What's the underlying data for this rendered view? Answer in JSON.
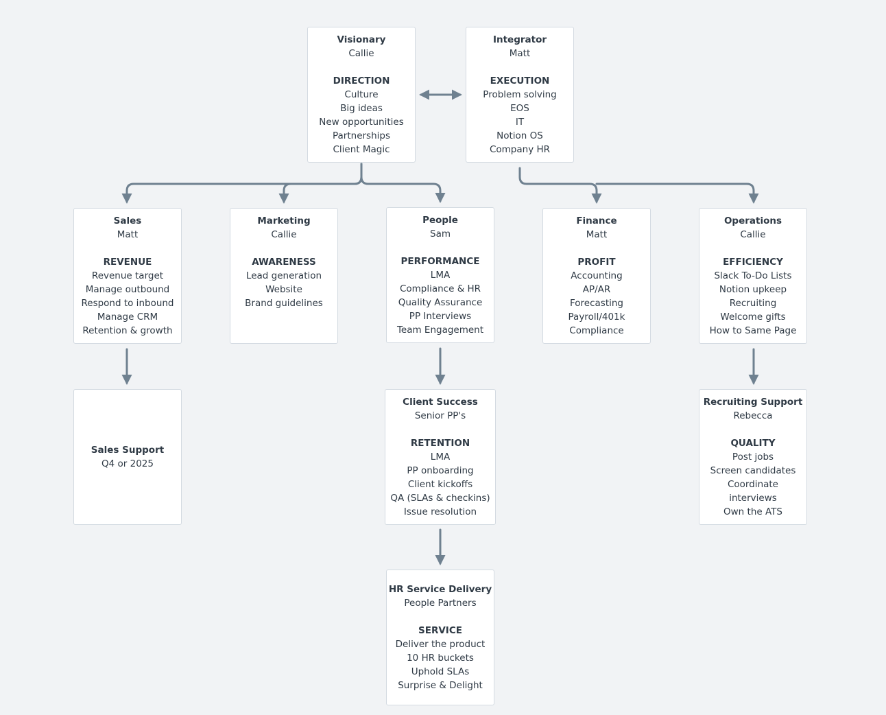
{
  "colors": {
    "background": "#f1f3f5",
    "node_bg": "#ffffff",
    "node_border": "#d3dae1",
    "connector": "#6f8190",
    "text": "#2f3a45"
  },
  "nodes": {
    "visionary": {
      "title": "Visionary",
      "person": "Callie",
      "section": "DIRECTION",
      "items": [
        "Culture",
        "Big ideas",
        "New opportunities",
        "Partnerships",
        "Client Magic"
      ]
    },
    "integrator": {
      "title": "Integrator",
      "person": "Matt",
      "section": "EXECUTION",
      "items": [
        "Problem solving",
        "EOS",
        "IT",
        "Notion OS",
        "Company HR"
      ]
    },
    "sales": {
      "title": "Sales",
      "person": "Matt",
      "section": "REVENUE",
      "items": [
        "Revenue target",
        "Manage outbound",
        "Respond to inbound",
        "Manage CRM",
        "Retention & growth"
      ]
    },
    "marketing": {
      "title": "Marketing",
      "person": "Callie",
      "section": "AWARENESS",
      "items": [
        "Lead generation",
        "Website",
        "Brand guidelines"
      ]
    },
    "people": {
      "title": "People",
      "person": "Sam",
      "section": "PERFORMANCE",
      "items": [
        "LMA",
        "Compliance & HR",
        "Quality Assurance",
        "PP Interviews",
        "Team Engagement"
      ]
    },
    "finance": {
      "title": "Finance",
      "person": "Matt",
      "section": "PROFIT",
      "items": [
        "Accounting",
        "AP/AR",
        "Forecasting",
        "Payroll/401k",
        "Compliance"
      ]
    },
    "operations": {
      "title": "Operations",
      "person": "Callie",
      "section": "EFFICIENCY",
      "items": [
        "Slack To-Do Lists",
        "Notion upkeep",
        "Recruiting",
        "Welcome gifts",
        "How to Same Page"
      ]
    },
    "sales_support": {
      "title": "Sales Support",
      "person": "Q4 or 2025"
    },
    "client_success": {
      "title": "Client Success",
      "person": "Senior PP's",
      "section": "RETENTION",
      "items": [
        "LMA",
        "PP onboarding",
        "Client kickoffs",
        "QA (SLAs & checkins)",
        "Issue resolution"
      ]
    },
    "recruiting_support": {
      "title": "Recruiting Support",
      "person": "Rebecca",
      "section": "QUALITY",
      "items": [
        "Post jobs",
        "Screen candidates",
        "Coordinate",
        "interviews",
        "Own the ATS"
      ]
    },
    "hr_service_delivery": {
      "title": "HR Service Delivery",
      "person": "People Partners",
      "section": "SERVICE",
      "items": [
        "Deliver the product",
        "10 HR buckets",
        "Uphold SLAs",
        "Surprise & Delight"
      ]
    }
  }
}
